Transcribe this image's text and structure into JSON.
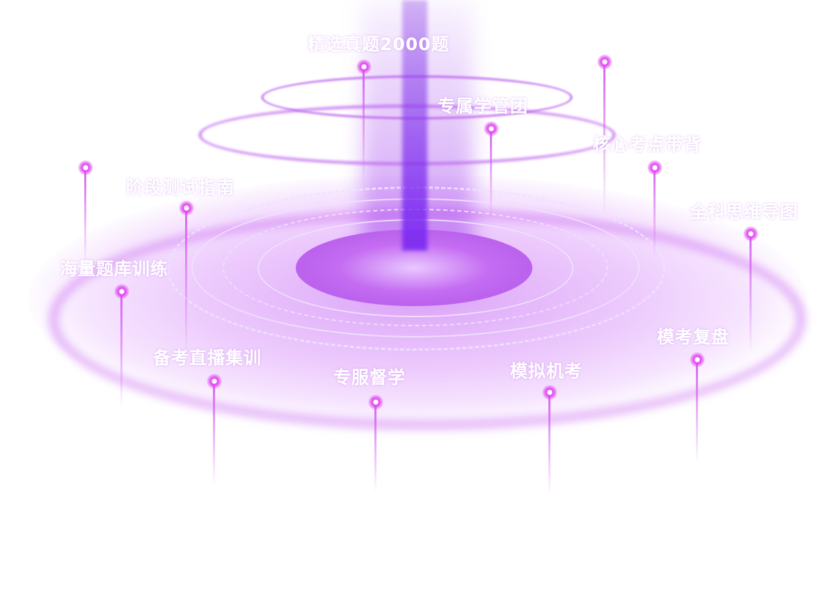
{
  "labels": {
    "top": "精选真题2000题",
    "mentor": "专属学管团",
    "core": "核心考点带背",
    "mindmap": "全科思维导图",
    "stage_test": "阶段测试指南",
    "question_bank": "海量题库训练",
    "live": "备考直播集训",
    "supervise": "专服督学",
    "mock": "模拟机考",
    "review": "模考复盘"
  },
  "colors": {
    "accent": "#c46cf2",
    "glow": "#e040f0"
  }
}
